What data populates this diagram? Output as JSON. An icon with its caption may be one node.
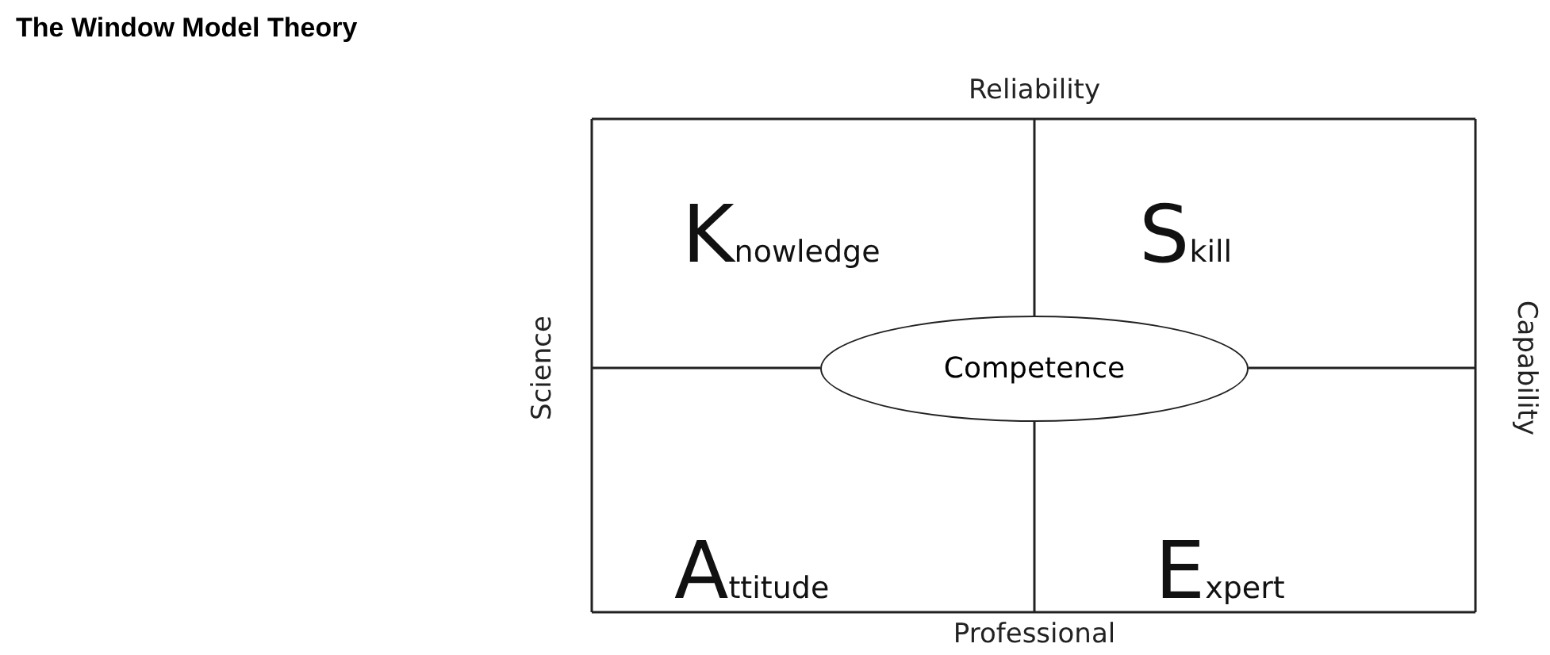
{
  "diagram": {
    "title": "The Window Model Theory",
    "nodes": [
      {
        "text": [
          "Knowledge"
        ]
      },
      {
        "text": [
          "Skill"
        ]
      },
      {
        "text": [
          "Competence"
        ]
      },
      {
        "text": [
          "Attitude"
        ]
      },
      {
        "text": [
          "Expert"
        ]
      }
    ],
    "labels": [
      "Reliability",
      "Science",
      "Capability",
      "Professional"
    ]
  }
}
